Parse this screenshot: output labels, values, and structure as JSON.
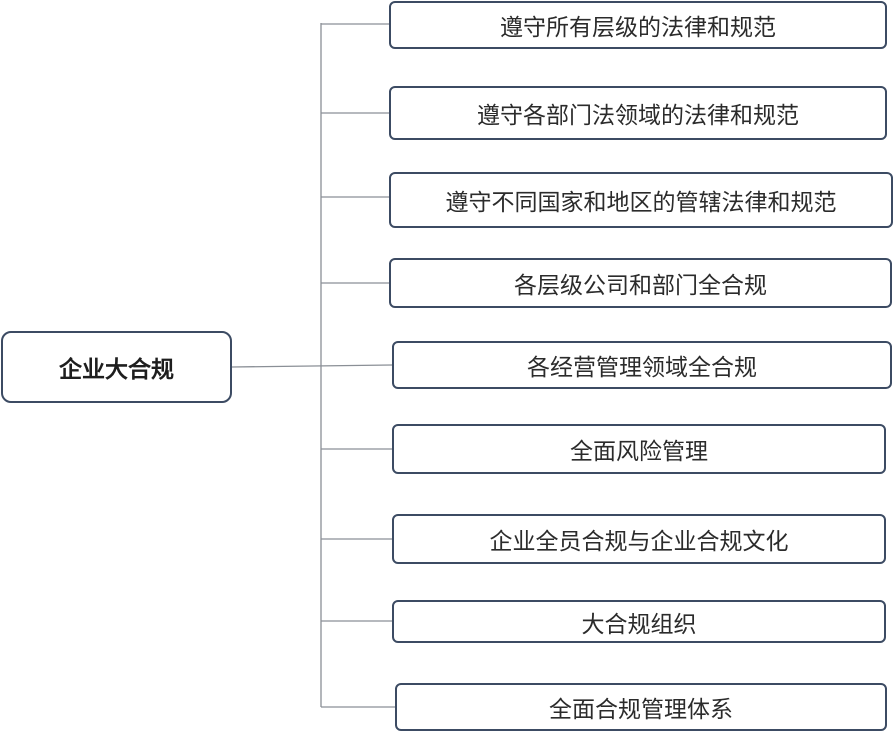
{
  "diagram": {
    "root": {
      "label": "企业大合规"
    },
    "children": [
      {
        "label": "遵守所有层级的法律和规范"
      },
      {
        "label": "遵守各部门法领域的法律和规范"
      },
      {
        "label": "遵守不同国家和地区的管辖法律和规范"
      },
      {
        "label": "各层级公司和部门全合规"
      },
      {
        "label": "各经营管理领域全合规"
      },
      {
        "label": "全面风险管理"
      },
      {
        "label": "企业全员合规与企业合规文化"
      },
      {
        "label": "大合规组织"
      },
      {
        "label": "全面合规管理体系"
      }
    ],
    "colors": {
      "border": "#3c4b63",
      "connector": "#8a8f96",
      "text": "#2b2b2b"
    }
  }
}
